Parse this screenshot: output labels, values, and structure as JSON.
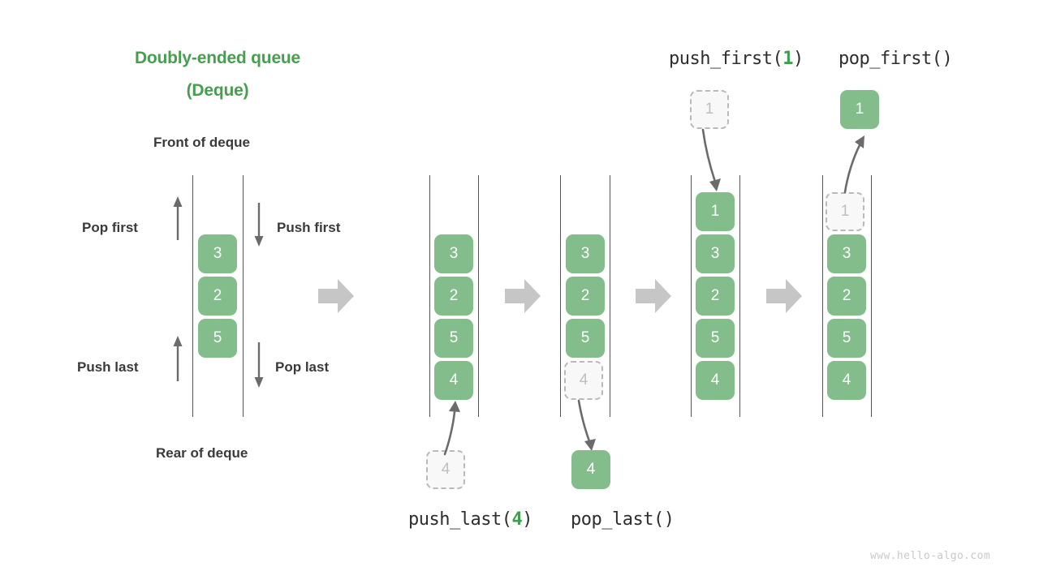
{
  "meta": {
    "domain": "Diagram",
    "watermark": "www.hello-algo.com",
    "colors": {
      "cell_green": "#82BD8B",
      "title_green": "#479E4F",
      "arg_green": "#3F9E4D",
      "ghost_fill": "#F8F8F8",
      "ghost_border": "#B9B9B9",
      "ghost_text": "#BFBFBF",
      "rail": "#555555",
      "block_arrow": "#C6C6C6",
      "label_text": "#3A3A3A",
      "thin_arrow": "#6B6B6B"
    }
  },
  "title": {
    "line1": "Doubly-ended queue",
    "line2": "(Deque)"
  },
  "labels": {
    "front": "Front of deque",
    "rear": "Rear of deque",
    "pop_first": "Pop first",
    "push_first": "Push first",
    "push_last": "Push last",
    "pop_last": "Pop last"
  },
  "captions": {
    "push_first": {
      "name": "push_first(",
      "arg": "1",
      "close": ")"
    },
    "pop_first": {
      "name": "pop_first()",
      "arg": "",
      "close": ""
    },
    "push_last": {
      "name": "push_last(",
      "arg": "4",
      "close": ")"
    },
    "pop_last": {
      "name": "pop_last()",
      "arg": "",
      "close": ""
    }
  },
  "panels": [
    {
      "id": "panel-initial",
      "name": "initial-deque",
      "cells": [
        {
          "value": "3",
          "state": "solid"
        },
        {
          "value": "2",
          "state": "solid"
        },
        {
          "value": "5",
          "state": "solid"
        }
      ]
    },
    {
      "id": "panel-push-last-result",
      "name": "after-push-last",
      "cells": [
        {
          "value": "3",
          "state": "solid"
        },
        {
          "value": "2",
          "state": "solid"
        },
        {
          "value": "5",
          "state": "solid"
        },
        {
          "value": "4",
          "state": "solid"
        }
      ],
      "incoming": {
        "value": "4",
        "state": "ghost"
      }
    },
    {
      "id": "panel-pop-last-result",
      "name": "after-pop-last",
      "cells": [
        {
          "value": "3",
          "state": "solid"
        },
        {
          "value": "2",
          "state": "solid"
        },
        {
          "value": "5",
          "state": "solid"
        },
        {
          "value": "4",
          "state": "ghost"
        }
      ],
      "outgoing": {
        "value": "4",
        "state": "solid"
      }
    },
    {
      "id": "panel-push-first-result",
      "name": "after-push-first",
      "cells": [
        {
          "value": "1",
          "state": "solid"
        },
        {
          "value": "3",
          "state": "solid"
        },
        {
          "value": "2",
          "state": "solid"
        },
        {
          "value": "5",
          "state": "solid"
        },
        {
          "value": "4",
          "state": "solid"
        }
      ],
      "incoming": {
        "value": "1",
        "state": "ghost"
      }
    },
    {
      "id": "panel-pop-first-result",
      "name": "after-pop-first",
      "cells": [
        {
          "value": "1",
          "state": "ghost"
        },
        {
          "value": "3",
          "state": "solid"
        },
        {
          "value": "2",
          "state": "solid"
        },
        {
          "value": "5",
          "state": "solid"
        },
        {
          "value": "4",
          "state": "solid"
        }
      ],
      "outgoing": {
        "value": "1",
        "state": "solid"
      }
    }
  ],
  "flow_arrows": [
    {
      "name": "flow-arrow-1"
    },
    {
      "name": "flow-arrow-2"
    },
    {
      "name": "flow-arrow-3"
    },
    {
      "name": "flow-arrow-4"
    }
  ]
}
